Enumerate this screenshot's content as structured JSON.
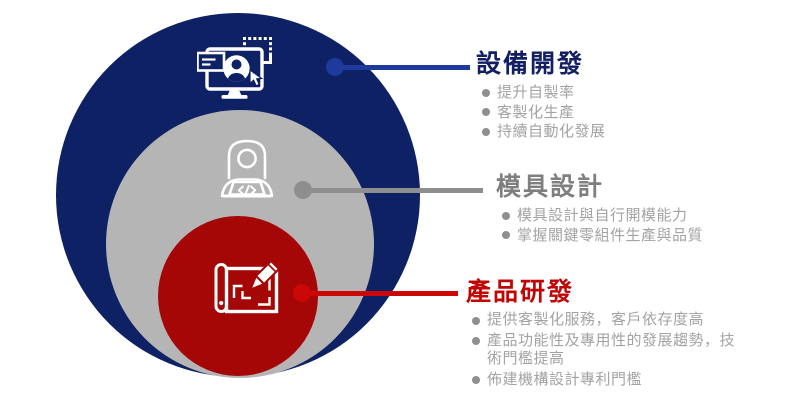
{
  "colors": {
    "background": "#ffffff",
    "navy_circle": "#0d2164",
    "gray_circle": "#b5b5b5",
    "red_circle": "#a50606",
    "blue_accent": "#1e3a9c",
    "gray_accent": "#8e8e8e",
    "red_accent": "#cc0707",
    "blue_heading": "#121f63",
    "gray_heading": "#7f7f7f",
    "red_heading": "#c00505",
    "bullet_text": "#a3a3a3"
  },
  "rings": [
    {
      "id": "equipment-development",
      "icon": "monitor-user-icon",
      "color": "#0d2164"
    },
    {
      "id": "mold-design",
      "icon": "developer-woman-icon",
      "color": "#b5b5b5"
    },
    {
      "id": "product-rd",
      "icon": "blueprint-pencil-icon",
      "color": "#a50606"
    }
  ],
  "sections": [
    {
      "title": "設備開發",
      "bullets": [
        "提升自製率",
        "客製化生產",
        "持續自動化發展"
      ]
    },
    {
      "title": "模具設計",
      "bullets": [
        "模具設計與自行開模能力",
        "掌握關鍵零組件生產與品質"
      ]
    },
    {
      "title": "產品研發",
      "bullets": [
        "提供客製化服務，客戶依存度高",
        "產品功能性及專用性的發展趨勢，技術門檻提高",
        "佈建機構設計專利門檻"
      ]
    }
  ]
}
